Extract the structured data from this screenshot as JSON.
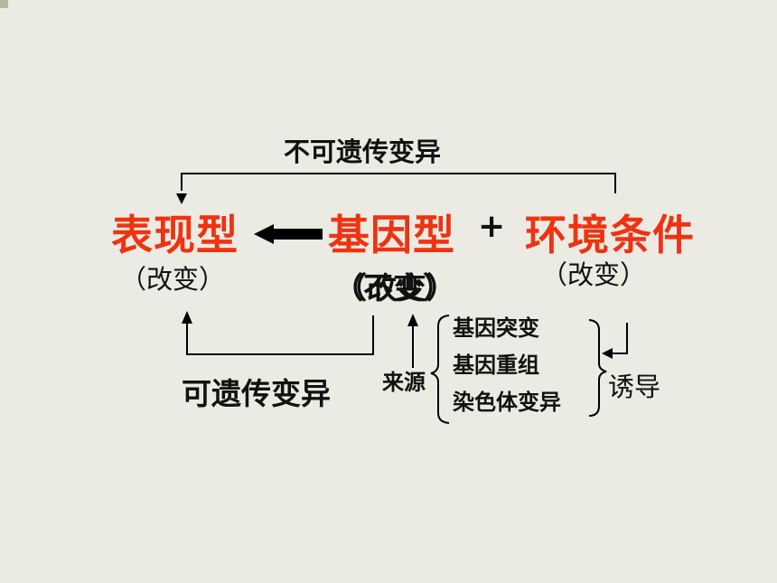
{
  "diagram": {
    "phenotype": "表现型",
    "genotype": "基因型",
    "plus": "+",
    "environment": "环境条件",
    "phenotype_note": "（改变）",
    "genotype_note": "（不变）",
    "genotype_note_overlay": "（改变）",
    "environment_note": "（改变）",
    "non_heritable": "不可遗传变异",
    "heritable": "可遗传变异",
    "source_label": "来源",
    "sources": [
      "基因突变",
      "基因重组",
      "染色体变异"
    ],
    "induce_label": "诱导"
  },
  "colors": {
    "accent_red": "#ee3311",
    "text": "#111111",
    "background": "#ebebe4"
  }
}
